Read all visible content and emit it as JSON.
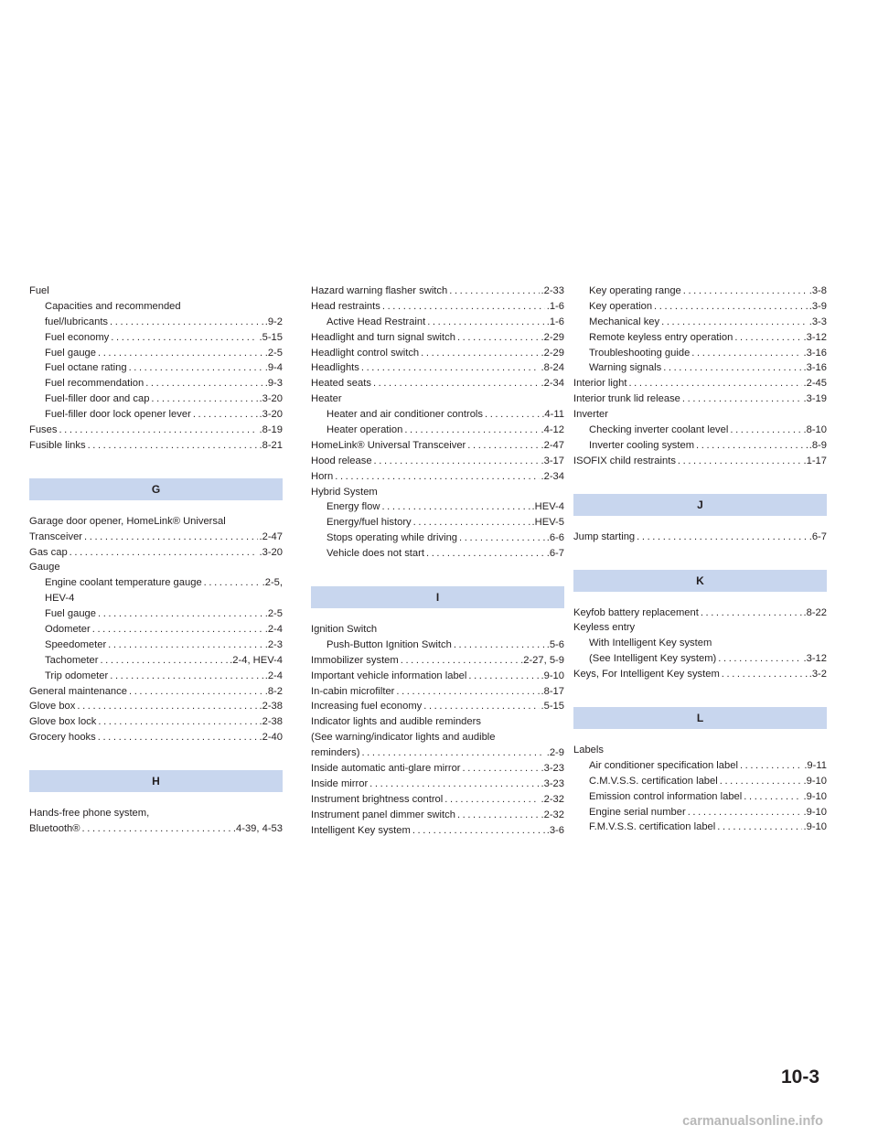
{
  "columns": [
    [
      {
        "t": "Fuel",
        "l": 0,
        "p": ""
      },
      {
        "t": "Capacities and recommended",
        "l": 1,
        "p": ""
      },
      {
        "t": "fuel/lubricants",
        "l": 1,
        "p": ".9-2"
      },
      {
        "t": "Fuel economy",
        "l": 1,
        "p": ".5-15"
      },
      {
        "t": "Fuel gauge",
        "l": 1,
        "p": ".2-5"
      },
      {
        "t": "Fuel octane rating",
        "l": 1,
        "p": ".9-4"
      },
      {
        "t": "Fuel recommendation",
        "l": 1,
        "p": ".9-3"
      },
      {
        "t": "Fuel-filler door and cap",
        "l": 1,
        "p": ".3-20"
      },
      {
        "t": "Fuel-filler door lock opener lever",
        "l": 1,
        "p": ".3-20"
      },
      {
        "t": "Fuses",
        "l": 0,
        "p": ".8-19"
      },
      {
        "t": "Fusible links",
        "l": 0,
        "p": ".8-21"
      },
      {
        "h": "G"
      },
      {
        "t": "Garage door opener, HomeLink® Universal",
        "l": 0,
        "p": ""
      },
      {
        "t": "Transceiver",
        "l": 0,
        "p": ".2-47"
      },
      {
        "t": "Gas cap",
        "l": 0,
        "p": ".3-20"
      },
      {
        "t": "Gauge",
        "l": 0,
        "p": ""
      },
      {
        "t": "Engine coolant temperature gauge",
        "l": 1,
        "p": ".2-5,"
      },
      {
        "t": "HEV-4",
        "l": 1,
        "p": ""
      },
      {
        "t": "Fuel gauge",
        "l": 1,
        "p": ".2-5"
      },
      {
        "t": "Odometer",
        "l": 1,
        "p": ".2-4"
      },
      {
        "t": "Speedometer",
        "l": 1,
        "p": ".2-3"
      },
      {
        "t": "Tachometer",
        "l": 1,
        "p": ".2-4, HEV-4"
      },
      {
        "t": "Trip odometer",
        "l": 1,
        "p": ".2-4"
      },
      {
        "t": "General maintenance",
        "l": 0,
        "p": ".8-2"
      },
      {
        "t": "Glove box",
        "l": 0,
        "p": ".2-38"
      },
      {
        "t": "Glove box lock",
        "l": 0,
        "p": ".2-38"
      },
      {
        "t": "Grocery hooks",
        "l": 0,
        "p": ".2-40"
      },
      {
        "h": "H"
      },
      {
        "t": "Hands-free phone system,",
        "l": 0,
        "p": ""
      },
      {
        "t": "Bluetooth®",
        "l": 0,
        "p": ".4-39, 4-53"
      }
    ],
    [
      {
        "t": "Hazard warning flasher switch",
        "l": 0,
        "p": ".2-33"
      },
      {
        "t": "Head restraints",
        "l": 0,
        "p": ".1-6"
      },
      {
        "t": "Active Head Restraint",
        "l": 1,
        "p": ".1-6"
      },
      {
        "t": "Headlight and turn signal switch",
        "l": 0,
        "p": ".2-29"
      },
      {
        "t": "Headlight control switch",
        "l": 0,
        "p": ".2-29"
      },
      {
        "t": "Headlights",
        "l": 0,
        "p": ".8-24"
      },
      {
        "t": "Heated seats",
        "l": 0,
        "p": ".2-34"
      },
      {
        "t": "Heater",
        "l": 0,
        "p": ""
      },
      {
        "t": "Heater and air conditioner controls",
        "l": 1,
        "p": ".4-11"
      },
      {
        "t": "Heater operation",
        "l": 1,
        "p": ".4-12"
      },
      {
        "t": "HomeLink® Universal Transceiver",
        "l": 0,
        "p": ".2-47"
      },
      {
        "t": "Hood release",
        "l": 0,
        "p": ".3-17"
      },
      {
        "t": "Horn",
        "l": 0,
        "p": ".2-34"
      },
      {
        "t": "Hybrid System",
        "l": 0,
        "p": ""
      },
      {
        "t": "Energy flow",
        "l": 1,
        "p": ".HEV-4"
      },
      {
        "t": "Energy/fuel history",
        "l": 1,
        "p": ".HEV-5"
      },
      {
        "t": "Stops operating while driving",
        "l": 1,
        "p": ".6-6"
      },
      {
        "t": "Vehicle does not start",
        "l": 1,
        "p": ".6-7"
      },
      {
        "h": "I"
      },
      {
        "t": "Ignition Switch",
        "l": 0,
        "p": ""
      },
      {
        "t": "Push-Button Ignition Switch",
        "l": 1,
        "p": ".5-6"
      },
      {
        "t": "Immobilizer system",
        "l": 0,
        "p": ".2-27, 5-9"
      },
      {
        "t": "Important vehicle information label",
        "l": 0,
        "p": ".9-10"
      },
      {
        "t": "In-cabin microfilter",
        "l": 0,
        "p": ".8-17"
      },
      {
        "t": "Increasing fuel economy",
        "l": 0,
        "p": ".5-15"
      },
      {
        "t": "Indicator lights and audible reminders",
        "l": 0,
        "p": ""
      },
      {
        "t": "(See warning/indicator lights and audible",
        "l": 0,
        "p": ""
      },
      {
        "t": "reminders)",
        "l": 0,
        "p": ".2-9"
      },
      {
        "t": "Inside automatic anti-glare mirror",
        "l": 0,
        "p": ".3-23"
      },
      {
        "t": "Inside mirror",
        "l": 0,
        "p": ".3-23"
      },
      {
        "t": "Instrument brightness control",
        "l": 0,
        "p": ".2-32"
      },
      {
        "t": "Instrument panel dimmer switch",
        "l": 0,
        "p": ".2-32"
      },
      {
        "t": "Intelligent Key system",
        "l": 0,
        "p": ".3-6"
      }
    ],
    [
      {
        "t": "Key operating range",
        "l": 1,
        "p": ".3-8"
      },
      {
        "t": "Key operation",
        "l": 1,
        "p": ".3-9"
      },
      {
        "t": "Mechanical key",
        "l": 1,
        "p": ".3-3"
      },
      {
        "t": "Remote keyless entry operation",
        "l": 1,
        "p": ".3-12"
      },
      {
        "t": "Troubleshooting guide",
        "l": 1,
        "p": ".3-16"
      },
      {
        "t": "Warning signals",
        "l": 1,
        "p": ".3-16"
      },
      {
        "t": "Interior light",
        "l": 0,
        "p": ".2-45"
      },
      {
        "t": "Interior trunk lid release",
        "l": 0,
        "p": ".3-19"
      },
      {
        "t": "Inverter",
        "l": 0,
        "p": ""
      },
      {
        "t": "Checking inverter coolant level",
        "l": 1,
        "p": ".8-10"
      },
      {
        "t": "Inverter cooling system",
        "l": 1,
        "p": ".8-9"
      },
      {
        "t": "ISOFIX child restraints",
        "l": 0,
        "p": ".1-17"
      },
      {
        "h": "J"
      },
      {
        "t": "Jump starting",
        "l": 0,
        "p": ".6-7"
      },
      {
        "h": "K"
      },
      {
        "t": "Keyfob battery replacement",
        "l": 0,
        "p": ".8-22"
      },
      {
        "t": "Keyless entry",
        "l": 0,
        "p": ""
      },
      {
        "t": "With Intelligent Key system",
        "l": 1,
        "p": ""
      },
      {
        "t": "(See Intelligent Key system)",
        "l": 1,
        "p": ".3-12"
      },
      {
        "t": "Keys, For Intelligent Key system",
        "l": 0,
        "p": ".3-2"
      },
      {
        "h": "L"
      },
      {
        "t": "Labels",
        "l": 0,
        "p": ""
      },
      {
        "t": "Air conditioner specification label",
        "l": 1,
        "p": ".9-11"
      },
      {
        "t": "C.M.V.S.S. certification label",
        "l": 1,
        "p": ".9-10"
      },
      {
        "t": "Emission control information label",
        "l": 1,
        "p": ".9-10"
      },
      {
        "t": "Engine serial number",
        "l": 1,
        "p": ".9-10"
      },
      {
        "t": "F.M.V.S.S. certification label",
        "l": 1,
        "p": ".9-10"
      }
    ]
  ],
  "page_number": "10-3",
  "watermark": "carmanualsonline.info"
}
